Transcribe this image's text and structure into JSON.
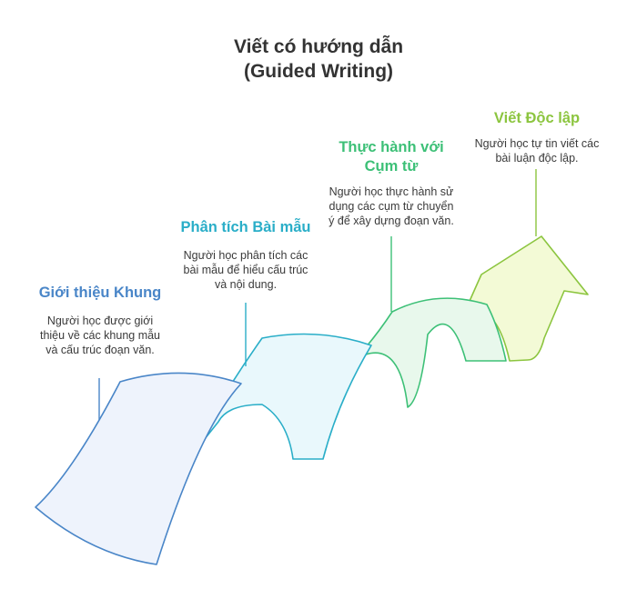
{
  "title": {
    "line1": "Viết có hướng dẫn",
    "line2": "(Guided Writing)"
  },
  "steps": [
    {
      "title_lines": [
        "Giới thiệu Khung"
      ],
      "desc_lines": [
        "Người học được giới",
        "thiệu về các khung mẫu",
        "và cấu trúc đoạn văn."
      ],
      "color": "#4a86c8",
      "fill": "#eef3fc"
    },
    {
      "title_lines": [
        "Phân tích Bài mẫu"
      ],
      "desc_lines": [
        "Người học phân tích các",
        "bài mẫu để hiểu cấu trúc",
        "và nội dung."
      ],
      "color": "#2aaec8",
      "fill": "#e9f8fc"
    },
    {
      "title_lines": [
        "Thực hành với",
        "Cụm từ"
      ],
      "desc_lines": [
        "Người học thực hành sử",
        "dụng các cụm từ chuyển",
        "ý để xây dựng đoạn văn."
      ],
      "color": "#3dc077",
      "fill": "#e8f8ec"
    },
    {
      "title_lines": [
        "Viết Độc lập"
      ],
      "desc_lines": [
        "Người học tự tin viết các",
        "bài luận độc lập."
      ],
      "color": "#8cc53f",
      "fill": "#f3fad6"
    }
  ]
}
